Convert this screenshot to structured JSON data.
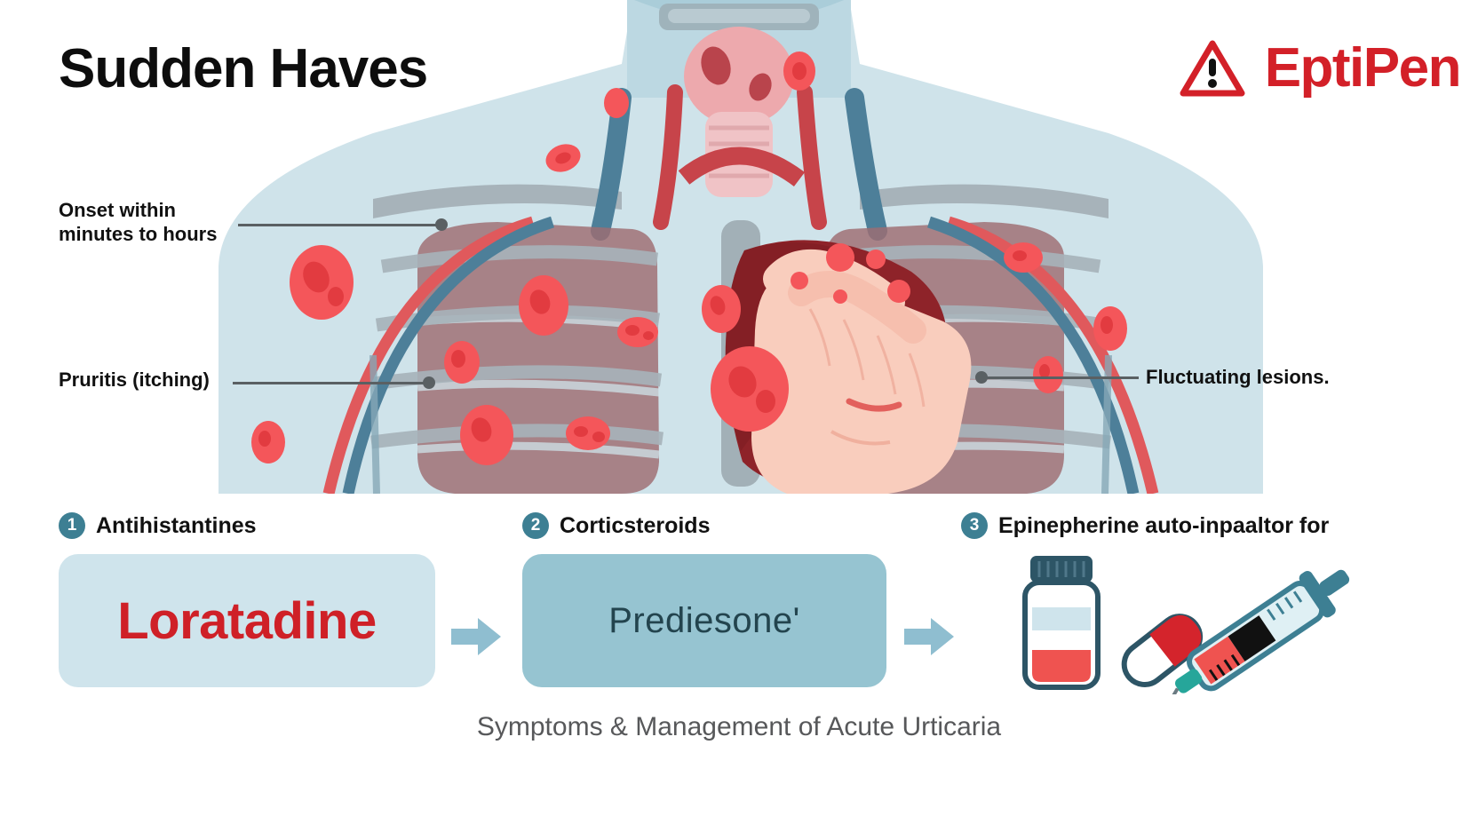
{
  "header": {
    "title": "Sudden Haves",
    "brand_name": "EptiPen",
    "warning_icon": "warning-triangle-icon",
    "brand_color": "#d32028"
  },
  "illustration": {
    "name": "torso-anatomy-hives-illustration",
    "alt_parts": [
      "neck",
      "trachea",
      "lungs",
      "heart",
      "ribcage",
      "arteries",
      "veins",
      "hand",
      "hives-lesions"
    ]
  },
  "annotations": [
    {
      "id": "onset",
      "lines": [
        "Onset within",
        "minutes to hours"
      ],
      "side": "left"
    },
    {
      "id": "pruritis",
      "lines": [
        "Pruritis (itching)"
      ],
      "side": "left"
    },
    {
      "id": "fluctuating",
      "lines": [
        "Fluctuating lesions."
      ],
      "side": "right"
    }
  ],
  "steps": [
    {
      "number": "1",
      "label": "Antihistantines",
      "medication": "Loratadine",
      "box_color": "#cfe4ec",
      "text_color": "#cf2027"
    },
    {
      "number": "2",
      "label": "Corticsteroids",
      "medication": "Prediesone'",
      "box_color": "#96c4d1",
      "text_color": "#23444e"
    },
    {
      "number": "3",
      "label": "Epinepherine auto-inpaaltor for",
      "icons": [
        "medicine-vial-icon",
        "capsule-pill-icon",
        "syringe-icon"
      ]
    }
  ],
  "arrows": {
    "icon": "arrow-right-icon",
    "color": "#8fbed0"
  },
  "caption": "Symptoms & Management of Acute Urticaria",
  "badge_color": "#3d7f93"
}
